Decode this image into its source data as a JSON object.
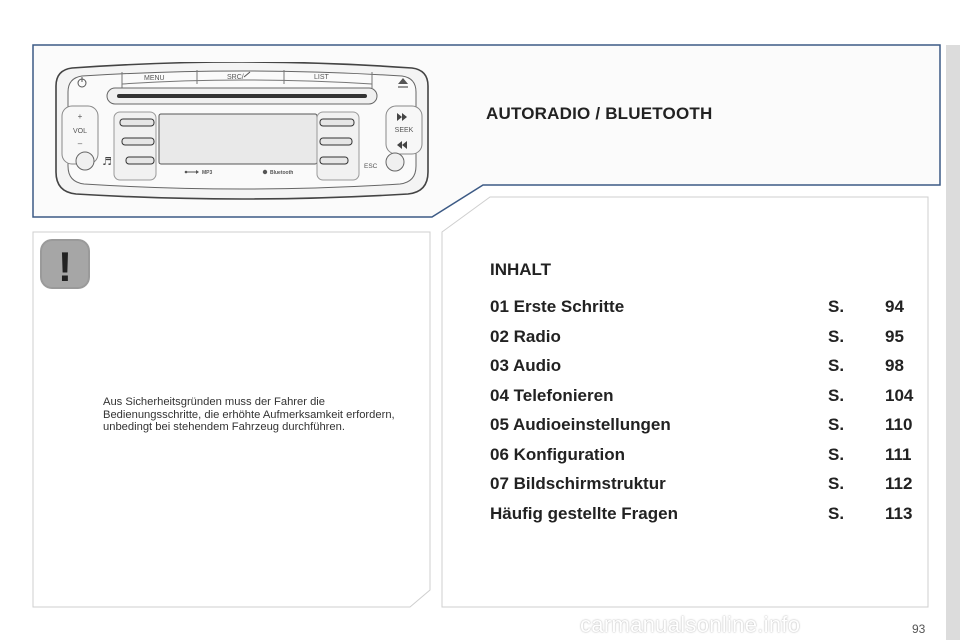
{
  "header": {
    "title": "AUTORADIO / BLUETOOTH"
  },
  "radio": {
    "menu_label": "MENU",
    "src_label": "SRC/",
    "list_label": "LIST",
    "vol_plus": "+",
    "vol_label": "VOL",
    "vol_minus": "–",
    "seek_label": "SEEK",
    "esc_label": "ESC",
    "mp3_label": "MP3",
    "bluetooth_label": "Bluetooth"
  },
  "warning": {
    "icon_symbol": "!",
    "text": "Aus Sicherheitsgründen muss der Fahrer die Bedienungsschritte, die erhöhte Aufmerksamkeit erfordern, unbedingt bei stehendem Fahrzeug durchführen."
  },
  "toc": {
    "heading": "INHALT",
    "items": [
      {
        "label": "01 Erste Schritte",
        "prefix": "S.",
        "page": "94"
      },
      {
        "label": "02 Radio",
        "prefix": "S.",
        "page": "95"
      },
      {
        "label": "03 Audio",
        "prefix": "S.",
        "page": "98"
      },
      {
        "label": "04 Telefonieren",
        "prefix": "S.",
        "page": "104"
      },
      {
        "label": "05 Audioeinstellungen",
        "prefix": "S.",
        "page": "110"
      },
      {
        "label": "06 Konfiguration",
        "prefix": "S.",
        "page": "111"
      },
      {
        "label": "07 Bildschirmstruktur",
        "prefix": "S.",
        "page": "112"
      },
      {
        "label": "Häufig gestellte Fragen",
        "prefix": "S.",
        "page": "113"
      }
    ]
  },
  "footer": {
    "page_number": "93",
    "watermark": "carmanualsonline.info"
  }
}
